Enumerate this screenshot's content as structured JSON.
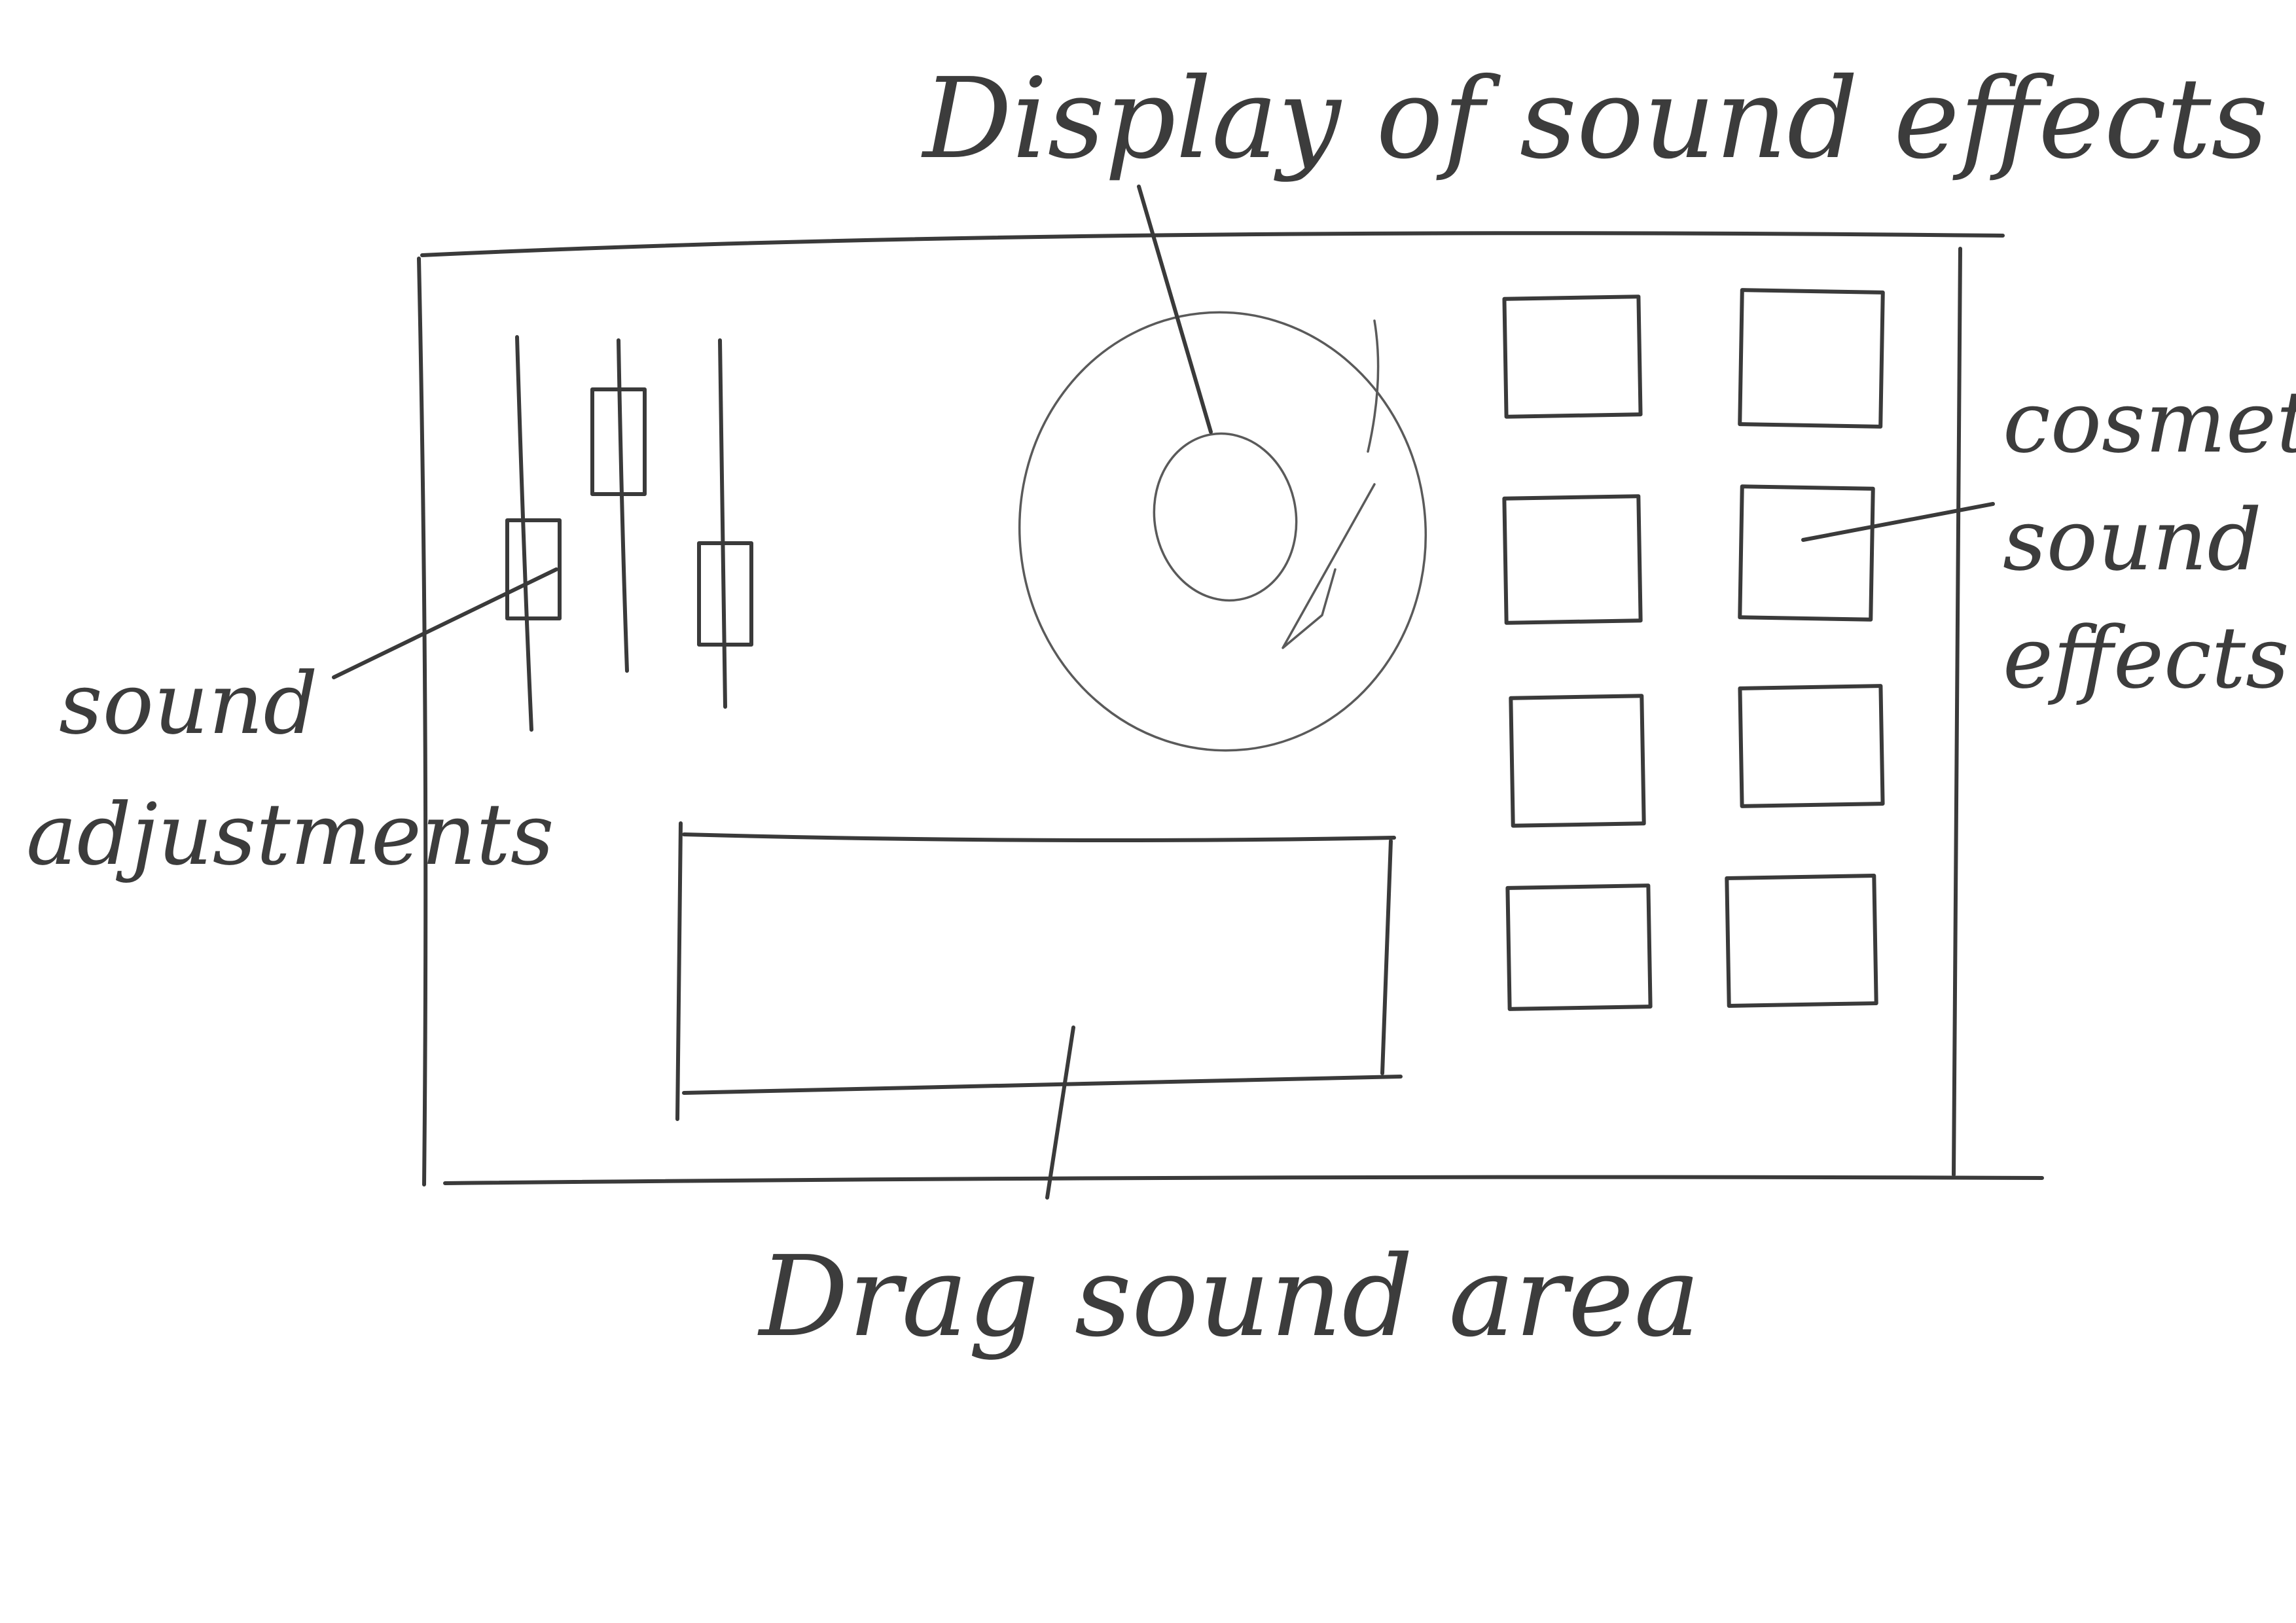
{
  "annotations": {
    "display": "Display of sound effects",
    "cosmetic_line1": "cosmetic",
    "cosmetic_line2": "sound",
    "cosmetic_line3": "effects",
    "adjust_line1": "sound",
    "adjust_line2": "adjustments",
    "drag": "Drag sound area"
  },
  "sliders": [
    {
      "name": "slider-1",
      "level": 0.33
    },
    {
      "name": "slider-2",
      "level": 0.83
    },
    {
      "name": "slider-3",
      "level": 0.29
    }
  ],
  "effect_pads": {
    "rows": 4,
    "columns": 2
  },
  "colors": {
    "ink": "#3a3a3a",
    "paper": "#ffffff"
  }
}
